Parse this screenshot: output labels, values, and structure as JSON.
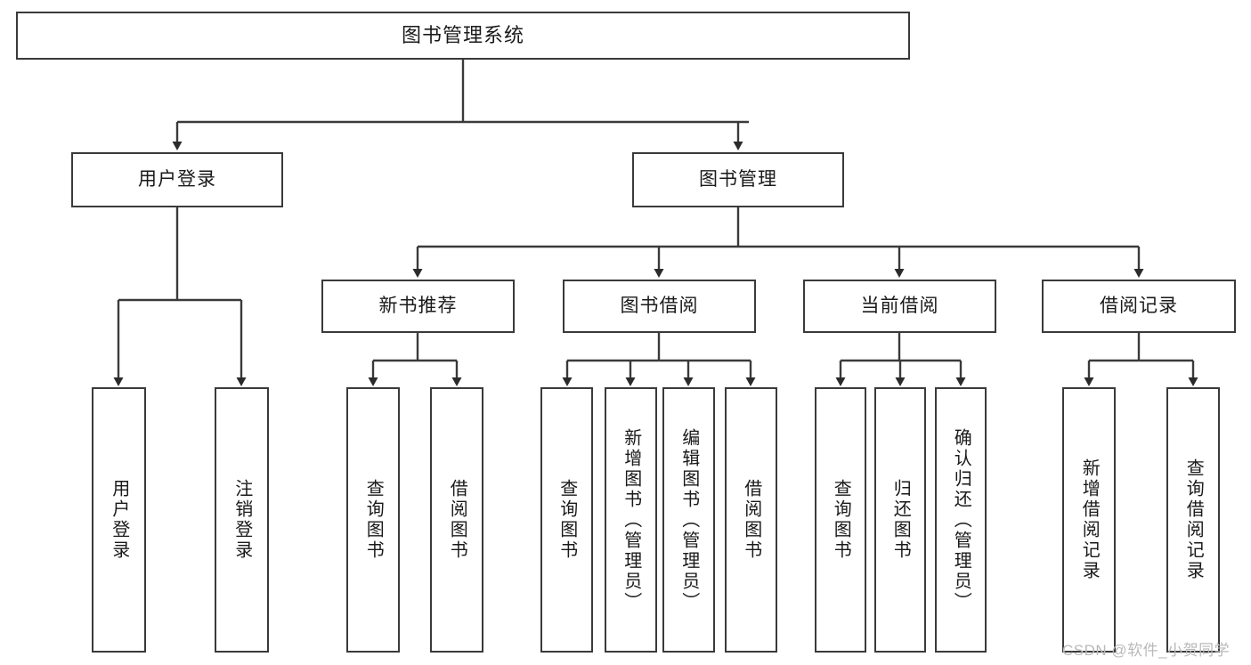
{
  "diagram": {
    "title": "图书管理系统",
    "type": "tree",
    "root": {
      "id": "root",
      "label": "图书管理系统"
    },
    "level2": [
      {
        "id": "user-login",
        "label": "用户登录"
      },
      {
        "id": "book-manage",
        "label": "图书管理"
      }
    ],
    "level3": [
      {
        "id": "new-book-recommend",
        "label": "新书推荐"
      },
      {
        "id": "book-borrow",
        "label": "图书借阅"
      },
      {
        "id": "current-borrow",
        "label": "当前借阅"
      },
      {
        "id": "borrow-record",
        "label": "借阅记录"
      }
    ],
    "leaves": [
      {
        "id": "leaf-user-login",
        "label": "用户登录",
        "parent": "user-login"
      },
      {
        "id": "leaf-logout-login",
        "label": "注销登录",
        "parent": "user-login"
      },
      {
        "id": "leaf-query-book-1",
        "label": "查询图书",
        "parent": "new-book-recommend"
      },
      {
        "id": "leaf-borrow-book-1",
        "label": "借阅图书",
        "parent": "new-book-recommend"
      },
      {
        "id": "leaf-query-book-2",
        "label": "查询图书",
        "parent": "book-borrow"
      },
      {
        "id": "leaf-add-book",
        "label": "新增图书（管理员）",
        "parent": "book-borrow"
      },
      {
        "id": "leaf-edit-book",
        "label": "编辑图书（管理员）",
        "parent": "book-borrow"
      },
      {
        "id": "leaf-borrow-book-2",
        "label": "借阅图书",
        "parent": "book-borrow"
      },
      {
        "id": "leaf-query-book-3",
        "label": "查询图书",
        "parent": "current-borrow"
      },
      {
        "id": "leaf-return-book",
        "label": "归还图书",
        "parent": "current-borrow"
      },
      {
        "id": "leaf-confirm-return",
        "label": "确认归还（管理员）",
        "parent": "current-borrow"
      },
      {
        "id": "leaf-add-record",
        "label": "新增借阅记录",
        "parent": "borrow-record"
      },
      {
        "id": "leaf-query-record",
        "label": "查询借阅记录",
        "parent": "borrow-record"
      }
    ],
    "colors": {
      "stroke": "#3a3a3a",
      "background": "#ffffff",
      "text": "#1a1a1a",
      "watermark": "#b9b9b9"
    }
  },
  "watermark": {
    "text": "CSDN @软件_小贺同学"
  }
}
